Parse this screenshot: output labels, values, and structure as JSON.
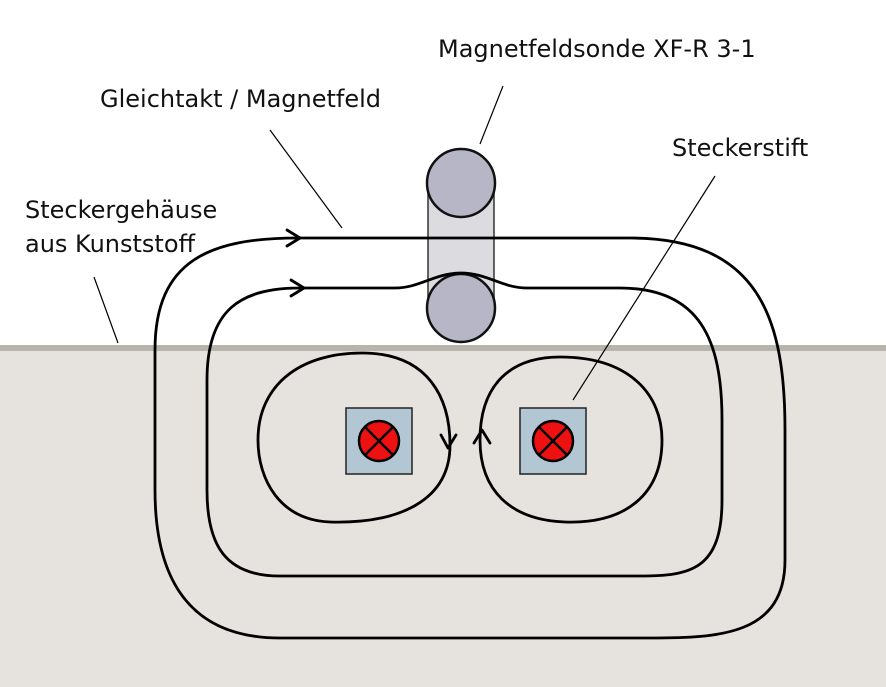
{
  "labels": {
    "probe": "Magnetfeldsonde XF-R 3-1",
    "field": "Gleichtakt / Magnetfeld",
    "pin": "Steckerstift",
    "housing_line1": "Steckergehäuse",
    "housing_line2": "aus Kunststoff"
  },
  "colors": {
    "background": "#ffffff",
    "housing_fill": "#e6e2dd",
    "housing_edge": "#b8b3ab",
    "probe_fill": "#b6b6c7",
    "probe_body": "#dcdbe0",
    "pin_fill": "#b3c6d3",
    "pin_marker": "#ee1111",
    "line": "#000000"
  },
  "icons": {
    "pin_current_symbol": "circle-cross-icon",
    "field_direction": "arrow-icon"
  }
}
